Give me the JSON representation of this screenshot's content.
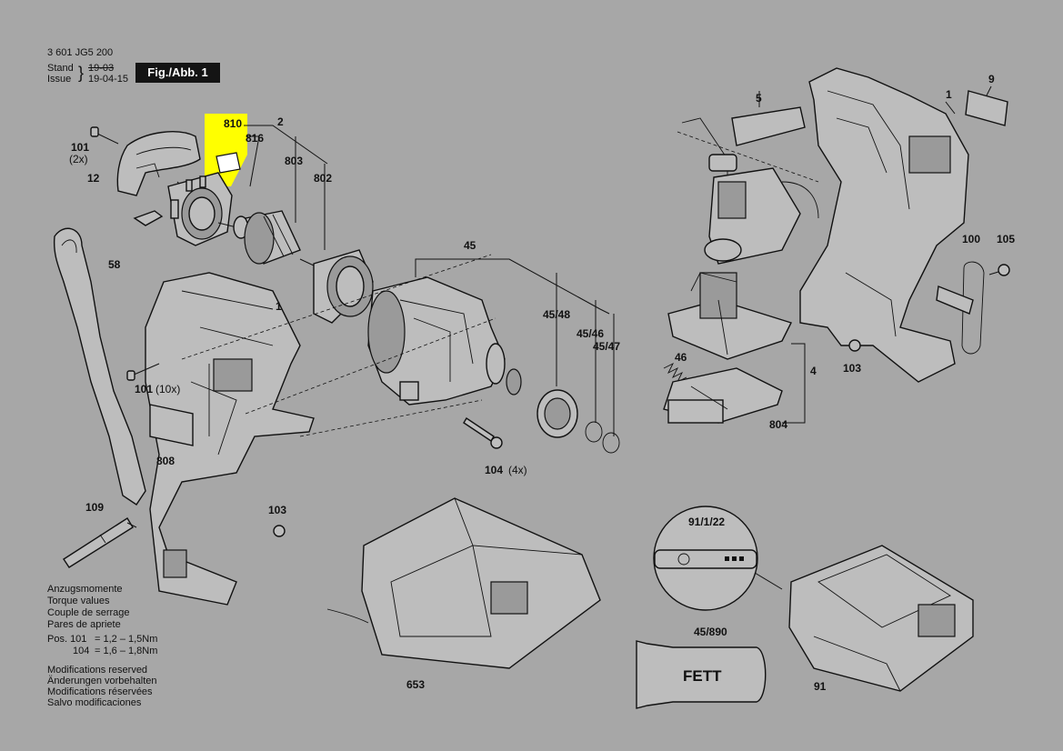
{
  "header": {
    "doc_number": "3 601 JG5 200",
    "stand_label": "Stand",
    "issue_label": "Issue",
    "old_date": "19-03",
    "date": "19-04-15",
    "figure_badge": "Fig./Abb. 1"
  },
  "callouts": {
    "c810": "810",
    "c2": "2",
    "c816": "816",
    "c803": "803",
    "c802": "802",
    "c101a": "101",
    "c101a_qty": "(2x)",
    "c12": "12",
    "c58": "58",
    "c1_left": "1",
    "c101b": "101",
    "c101b_qty": "(10x)",
    "c808": "808",
    "c109": "109",
    "c103_left": "103",
    "c45": "45",
    "c45_48": "45/48",
    "c45_46": "45/46",
    "c45_47": "45/47",
    "c104": "104",
    "c104_qty": "(4x)",
    "c5": "5",
    "c1_right": "1",
    "c9": "9",
    "c100": "100",
    "c105": "105",
    "c103_right": "103",
    "c46": "46",
    "c4": "4",
    "c804": "804",
    "c91_1_22": "91/1/22",
    "c45_890": "45/890",
    "c653": "653",
    "c91": "91"
  },
  "torque": {
    "lines": [
      "Anzugsmomente",
      "Torque values",
      "Couple de serrage",
      "Pares de apriete"
    ],
    "row1_pos": "Pos. 101",
    "row1_val": "= 1,2 – 1,5Nm",
    "row2_pos": "104",
    "row2_val": "= 1,6 – 1,8Nm"
  },
  "notice": {
    "lines": [
      "Modifications reserved",
      "Änderungen vorbehalten",
      "Modifications réservées",
      "Salvo modificaciones"
    ]
  },
  "grease_label": "FETT",
  "colors": {
    "background": "#a7a7a7",
    "highlight": "#ffff00",
    "line": "#111111",
    "badge": "#141414"
  }
}
